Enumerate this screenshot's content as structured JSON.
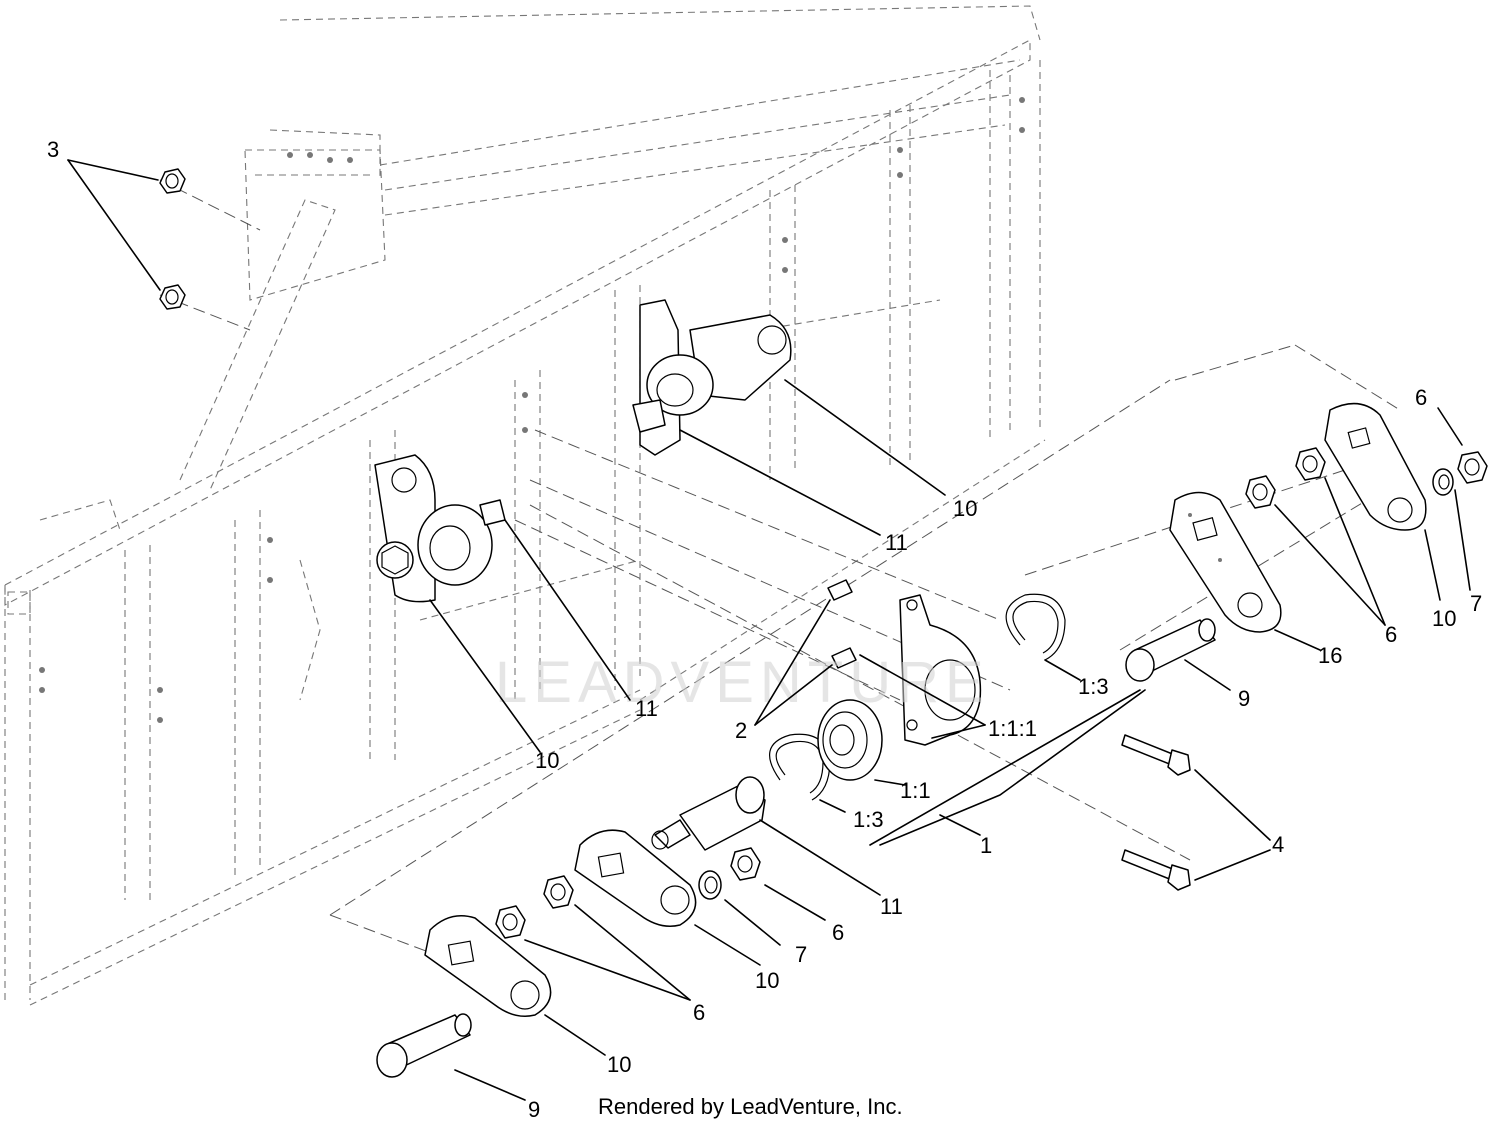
{
  "diagram": {
    "callouts": {
      "c3": "3",
      "c6_tr": "6",
      "c10_top": "10",
      "c11_top": "11",
      "c11_mid": "11",
      "c10_left": "10",
      "c2": "2",
      "c1_3_upper": "1:3",
      "c1_1_1": "1:1:1",
      "c9_right": "9",
      "c16": "16",
      "c6_right": "6",
      "c10_right": "10",
      "c7_right": "7",
      "c1_1": "1:1",
      "c1_3_lower": "1:3",
      "c1": "1",
      "c4": "4",
      "c11_low": "11",
      "c6_mid": "6",
      "c7_low": "7",
      "c10_low": "10",
      "c6_low": "6",
      "c10_bottom": "10",
      "c9_bottom": "9"
    },
    "watermark": "LEADVENTURE",
    "credit": "Rendered by LeadVenture, Inc."
  }
}
